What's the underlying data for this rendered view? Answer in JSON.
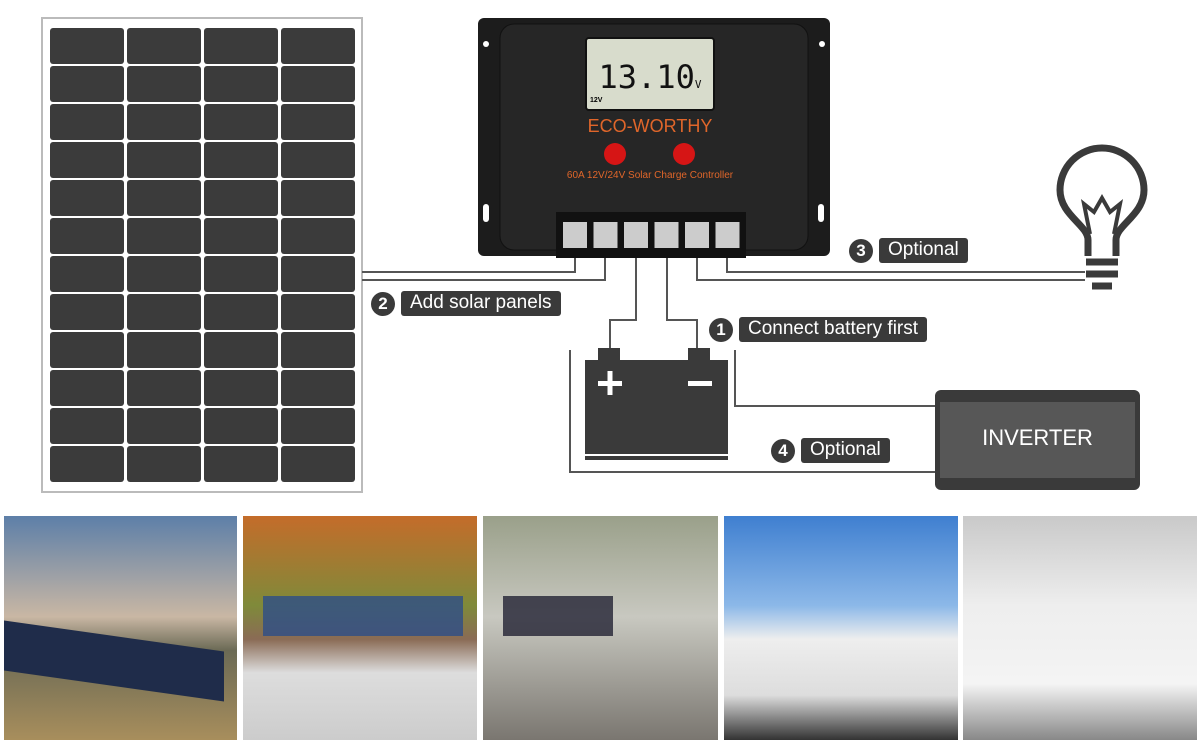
{
  "controller": {
    "brand": "ECO-WORTHY",
    "model": "60A 12V/24V Solar Charge Controller",
    "lcd_value": "13.10",
    "lcd_unit": "V",
    "lcd_mode": "12V"
  },
  "steps": [
    {
      "number": "1",
      "label": "Connect battery first"
    },
    {
      "number": "2",
      "label": "Add solar panels"
    },
    {
      "number": "3",
      "label": "Optional"
    },
    {
      "number": "4",
      "label": "Optional"
    }
  ],
  "inverter": {
    "label": "INVERTER"
  },
  "colors": {
    "label_bg": "#3a3a3a",
    "brand_orange": "#e0662a",
    "panel": "#3b3b3b",
    "controller": "#1c1c1c"
  },
  "photos": [
    "solar-field",
    "house-roof",
    "trailer-roof",
    "rv-roof",
    "motorhome-roof"
  ]
}
